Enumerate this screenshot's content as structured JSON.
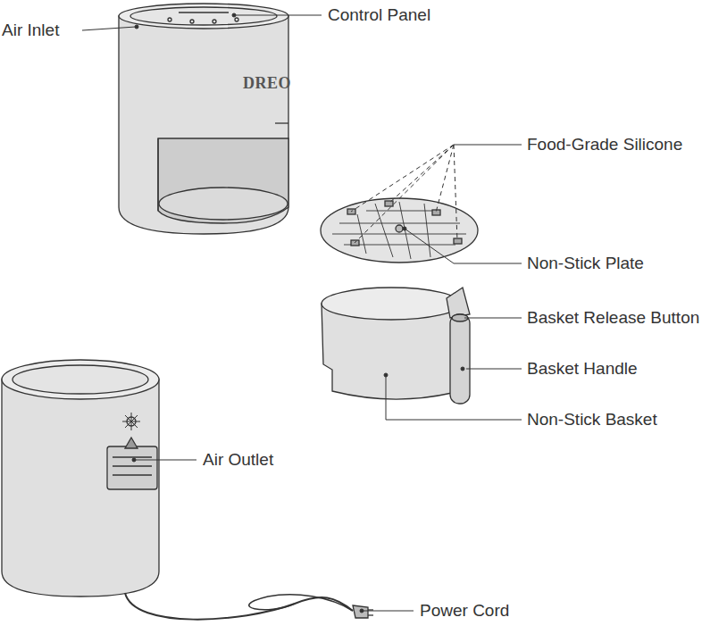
{
  "diagram": {
    "labels": [
      "Air Inlet",
      "Control Panel",
      "DREO",
      "Food-Grade Silicone",
      "Non-Stick Plate",
      "Basket Release Button",
      "Basket Handle",
      "Non-Stick Basket",
      "Air Outlet",
      "Power Cord"
    ]
  }
}
